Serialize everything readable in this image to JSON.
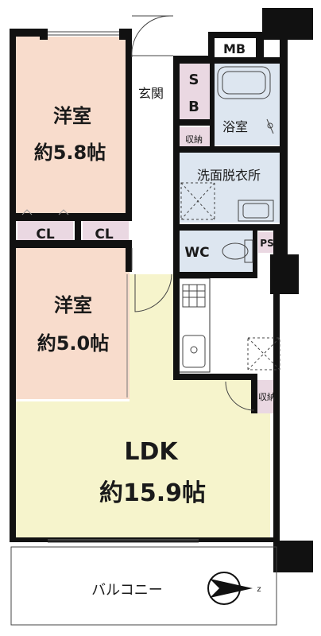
{
  "plan": {
    "rooms": {
      "western_room_1": {
        "name": "洋室",
        "size": "約5.8帖"
      },
      "western_room_2": {
        "name": "洋室",
        "size": "約5.0帖"
      },
      "ldk": {
        "name": "LDK",
        "size": "約15.9帖"
      },
      "entrance": "玄関",
      "bath": "浴室",
      "washroom": "洗面脱衣所",
      "wc": "WC",
      "balcony": "バルコニー",
      "mb": "MB",
      "ps": "PS",
      "sb_top": "S",
      "sb_bottom": "B",
      "storage_upper": "収納",
      "storage_lower": "収納",
      "closet_left": "CL",
      "closet_right": "CL"
    },
    "compass_label": "z",
    "colors": {
      "western_room": "#f8dccc",
      "ldk": "#f6f4cc",
      "wet_area": "#dde6f0",
      "storage": "#ead8e2",
      "wall": "#111111"
    }
  }
}
